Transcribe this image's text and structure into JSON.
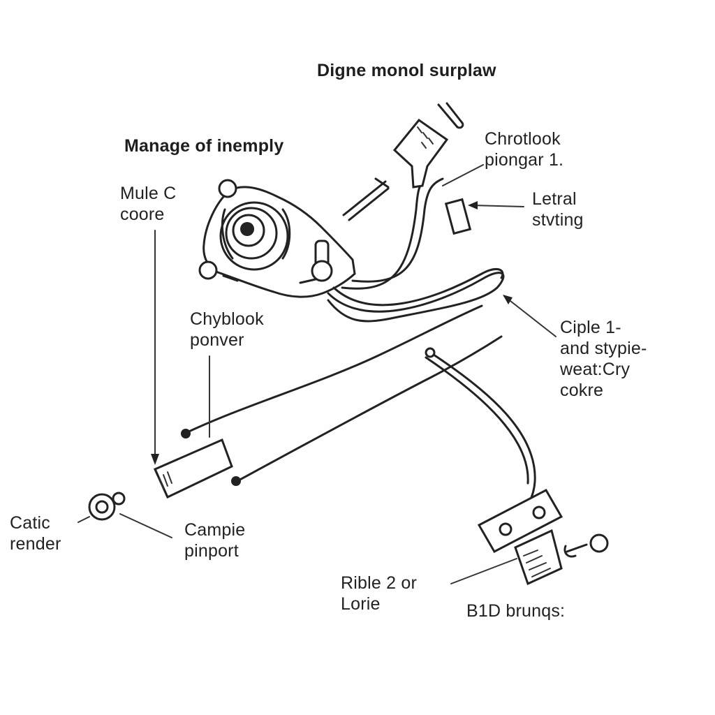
{
  "diagram": {
    "title": "Digne monol surplaw",
    "subtitle": "Manage of inemply",
    "labels": {
      "mule_core": [
        "Mule C",
        "coore"
      ],
      "chrotlook": [
        "Chrotlook",
        "piongar 1."
      ],
      "letral": [
        "Letral",
        "stvting"
      ],
      "chyblook": [
        "Chyblook",
        "ponver"
      ],
      "ciple": [
        "Ciple 1-",
        "and stypie-",
        "weat:Cry",
        "cokre"
      ],
      "catic": [
        "Catic",
        "render"
      ],
      "campie": [
        "Campie",
        "pinport"
      ],
      "rible": [
        "Rible 2 or",
        "Lorie"
      ],
      "b1d": "B1D brunqs:"
    },
    "colors": {
      "ink": "#222222",
      "background": "#fefefe"
    }
  }
}
